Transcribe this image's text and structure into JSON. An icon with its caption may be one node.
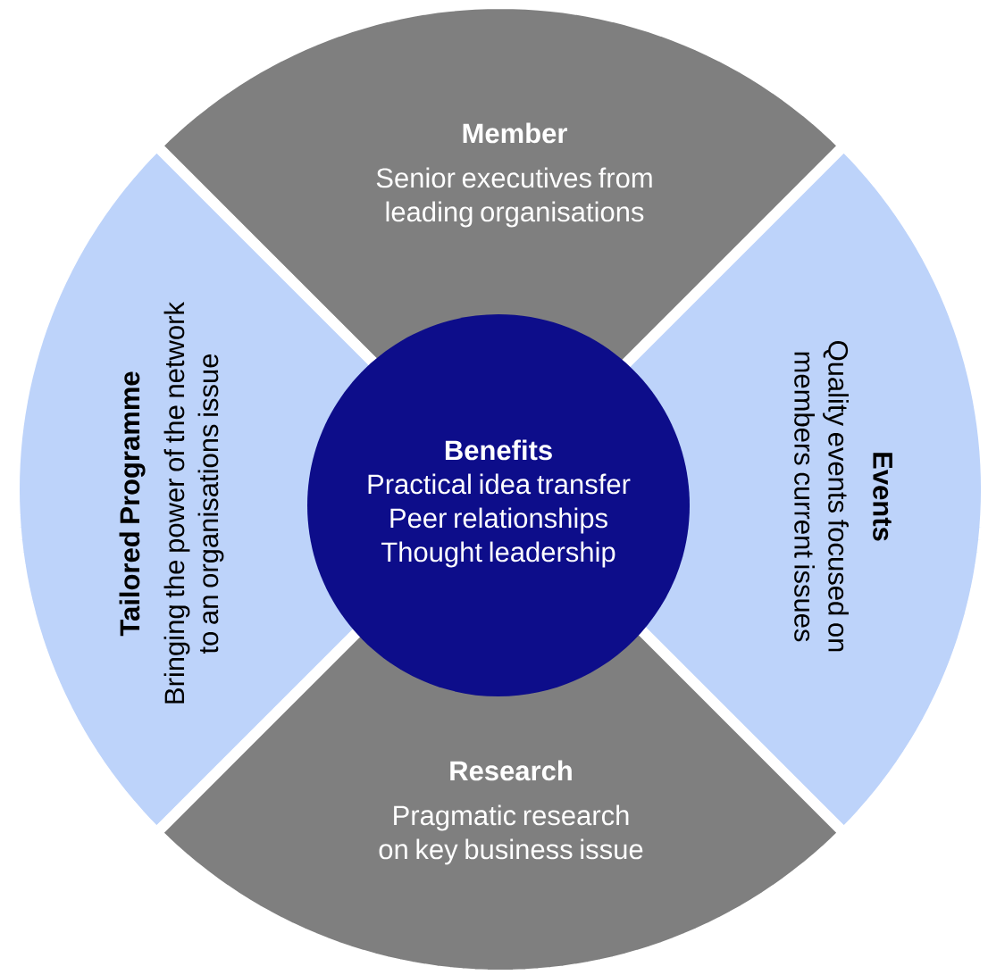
{
  "diagram": {
    "nodes": [
      {
        "text": [
          "Member",
          "Senior executives from leading organisations"
        ]
      },
      {
        "text": [
          "Tailored Programme",
          "Bringing the power of the network to an organisations issue"
        ]
      },
      {
        "text": [
          "Benefits",
          "Practical idea transfer",
          "Peer relationships",
          "Thought leadership"
        ]
      },
      {
        "text": [
          "Events",
          "Quality events focused on members current issues"
        ]
      },
      {
        "text": [
          "Research",
          "Pragmatic research on key business issue"
        ]
      }
    ]
  }
}
